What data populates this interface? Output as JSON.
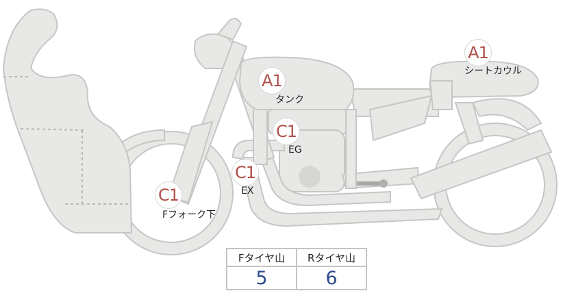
{
  "badges": [
    {
      "grade": "A1",
      "part": "タンク"
    },
    {
      "grade": "A1",
      "part": "シートカウル"
    },
    {
      "grade": "C1",
      "part": "EG"
    },
    {
      "grade": "C1",
      "part": "EX"
    },
    {
      "grade": "C1",
      "part": "Fフォーク下"
    }
  ],
  "tire_table": {
    "headers": [
      "Fタイヤ山",
      "Rタイヤ山"
    ],
    "values": [
      "5",
      "6"
    ]
  },
  "colors": {
    "part_fill": "#e8e8e6",
    "part_stroke": "#c6c6c4",
    "grade_text": "#b0504a",
    "value_text": "#2e4a8a"
  }
}
